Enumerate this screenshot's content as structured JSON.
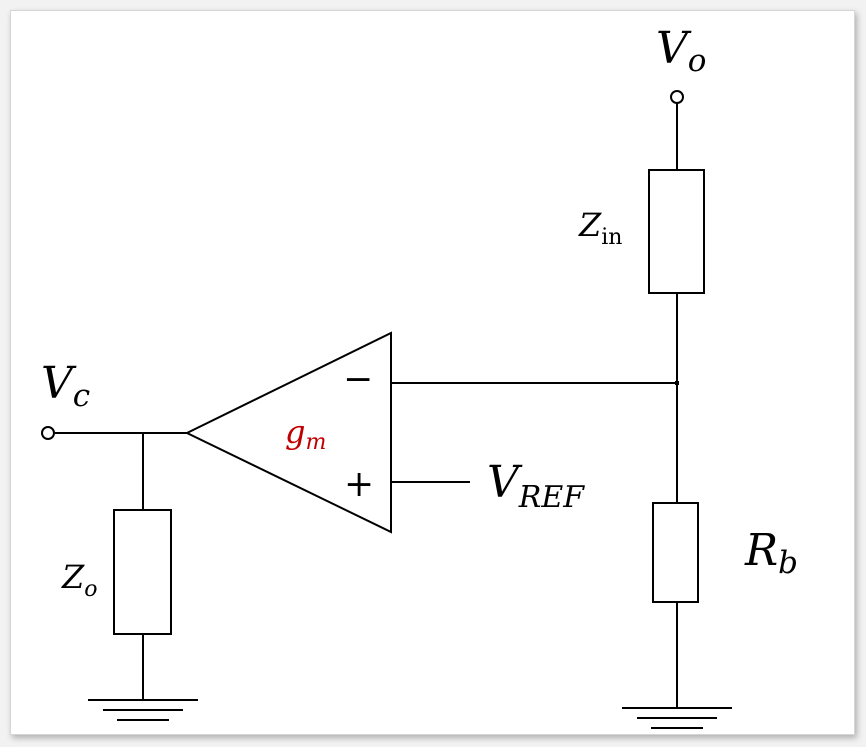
{
  "labels": {
    "vo": "V",
    "vo_sub": "o",
    "vc": "V",
    "vc_sub": "c",
    "zin": "Z",
    "zin_sub": "in",
    "zo": "Z",
    "zo_sub": "o",
    "rb": "R",
    "rb_sub": "b",
    "gm": "g",
    "gm_sub": "m",
    "vref": "V",
    "vref_sub": "REF",
    "minus_sign": "−",
    "plus_sign": "+"
  },
  "colors": {
    "wire": "#000000",
    "gm_label": "#c00000"
  }
}
